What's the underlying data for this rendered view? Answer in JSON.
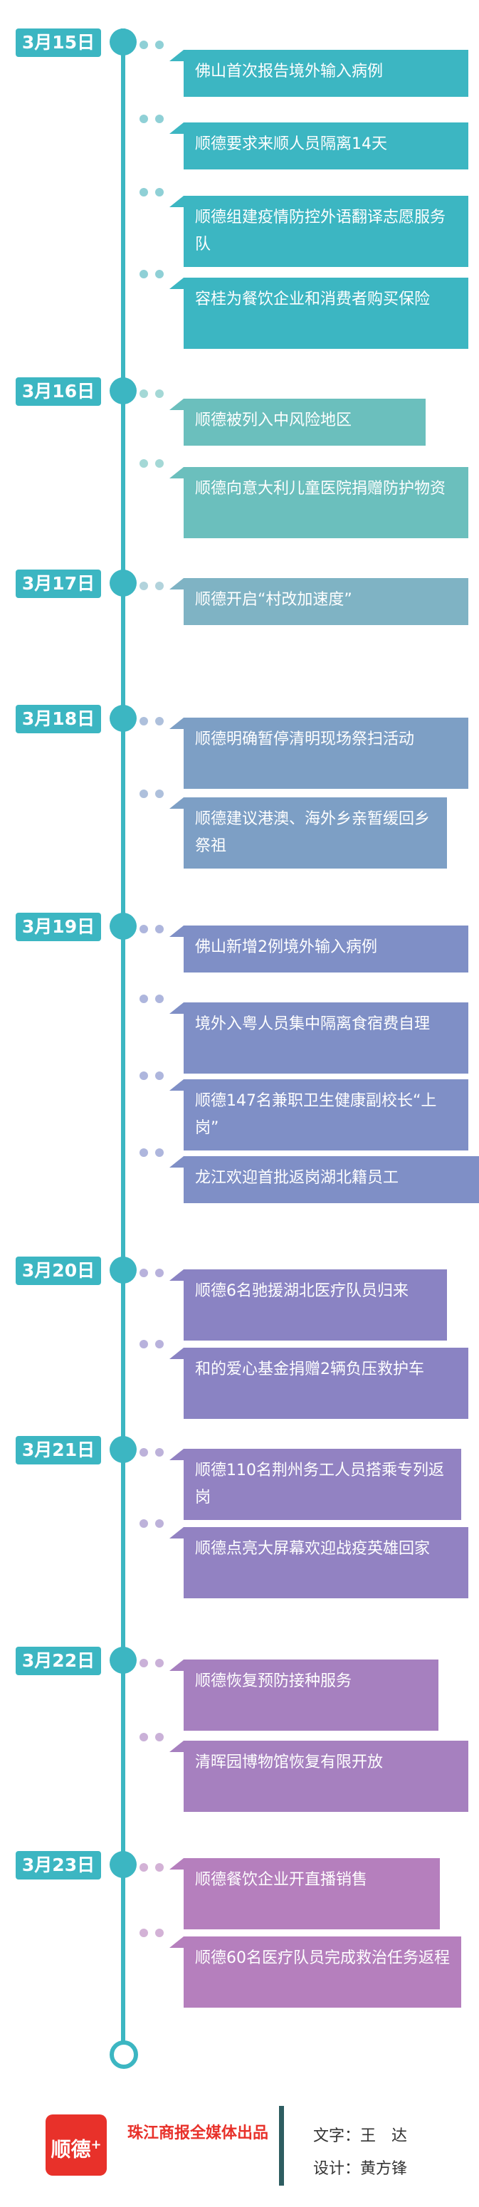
{
  "colors": {
    "line": "#3cb6c2",
    "brand_red": "#e8312a"
  },
  "days": [
    {
      "date": "3月15日",
      "color": "#3cb6c2",
      "bullet_color": "#8fd0d6",
      "items": [
        "佛山首次报告境外输入病例",
        "顺德要求来顺人员隔离14天",
        "顺德组建疫情防控外语翻译志愿服务队",
        "容桂为餐饮企业和消费者购买保险"
      ]
    },
    {
      "date": "3月16日",
      "color": "#6bbfbd",
      "bullet_color": "#a4d8d6",
      "items": [
        "顺德被列入中风险地区",
        "顺德向意大利儿童医院捐赠防护物资"
      ]
    },
    {
      "date": "3月17日",
      "color": "#7fb3c4",
      "bullet_color": "#b2d3dc",
      "items": [
        "顺德开启“村改加速度”"
      ]
    },
    {
      "date": "3月18日",
      "color": "#7d9fc5",
      "bullet_color": "#aec0dc",
      "items": [
        "顺德明确暂停清明现场祭扫活动",
        "顺德建议港澳、海外乡亲暂缓回乡祭祖"
      ]
    },
    {
      "date": "3月19日",
      "color": "#7f8fc6",
      "bullet_color": "#aeb6dd",
      "items": [
        "佛山新增2例境外输入病例",
        "境外入粤人员集中隔离食宿费自理",
        "顺德147名兼职卫生健康副校长“上岗”",
        "龙江欢迎首批返岗湖北籍员工"
      ]
    },
    {
      "date": "3月20日",
      "color": "#8a83c3",
      "bullet_color": "#b8b2dc",
      "items": [
        "顺德6名驰援湖北医疗队员归来",
        "和的爱心基金捐赠2辆负压救护车"
      ]
    },
    {
      "date": "3月21日",
      "color": "#9282c2",
      "bullet_color": "#bdb2da",
      "items": [
        "顺德110名荆州务工人员搭乘专列返岗",
        "顺德点亮大屏幕欢迎战疫英雄回家"
      ]
    },
    {
      "date": "3月22日",
      "color": "#a680bf",
      "bullet_color": "#cab1d8",
      "items": [
        "顺德恢复预防接种服务",
        "清晖园博物馆恢复有限开放"
      ]
    },
    {
      "date": "3月23日",
      "color": "#b57fbd",
      "bullet_color": "#d3b2d6",
      "items": [
        "顺德餐饮企业开直播销售",
        "顺德60名医疗队员完成救治任务返程"
      ]
    }
  ],
  "footer": {
    "logo_text": "顺德",
    "logo_plus": "+",
    "org_name": "珠江商报全媒体出品",
    "credit_text": "文字：王　达",
    "credit_design": "设计：黄方锋"
  }
}
